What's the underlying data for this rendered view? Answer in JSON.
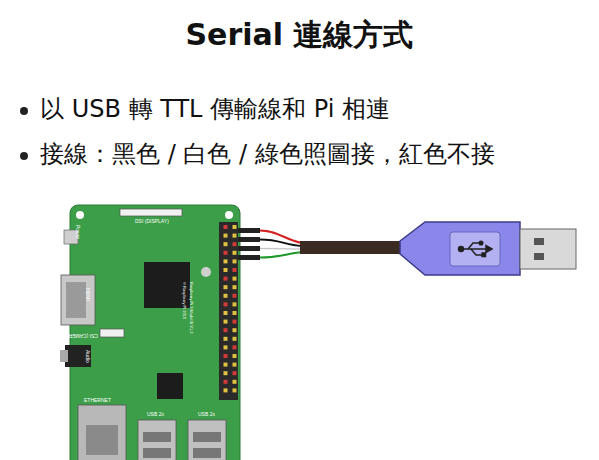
{
  "diagram": {
    "title": "Serial 連線方式",
    "labels": [
      "以 USB 轉 TTL 傳輸線和 Pi 相連",
      "接線：黑色 / 白色 / 綠色照圖接，紅色不接",
      "DSI (DISPLAY)",
      "Power",
      "HDMI",
      "CSI (CAMERA)",
      "Audio",
      "ETHERNET",
      "USB 2x",
      "USB 2x",
      "Raspberry Pi 3 Model B V1.2",
      "© Raspberry Pi 2015"
    ]
  }
}
